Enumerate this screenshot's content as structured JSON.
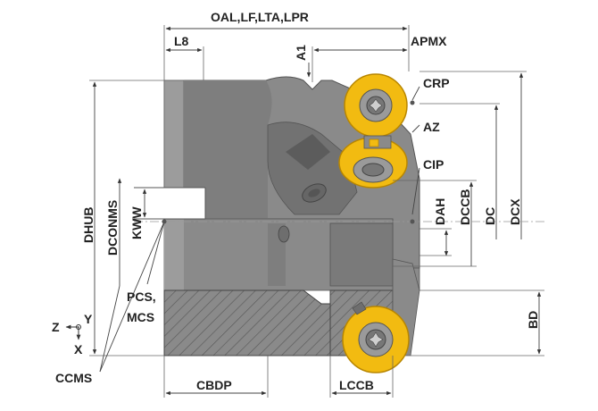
{
  "labels": {
    "oal": "OAL,LF,LTA,LPR",
    "l8": "L8",
    "a1": "A1",
    "apmx": "APMX",
    "crp": "CRP",
    "az": "AZ",
    "cip": "CIP",
    "dah": "DAH",
    "dccb": "DCCB",
    "dc": "DC",
    "dcx": "DCX",
    "bd": "BD",
    "dhub": "DHUB",
    "dconms": "DCONMS",
    "kww": "KWW",
    "pcs1": "PCS,",
    "pcs2": "MCS",
    "z": "Z",
    "y": "Y",
    "x": "X",
    "ccms": "CCMS",
    "cbdp": "CBDP",
    "lccb": "LCCB"
  },
  "colors": {
    "body": "#8a8a8a",
    "body_dark": "#6e6e6e",
    "body_light": "#a3a3a3",
    "insert": "#f2bb11",
    "insert_dark": "#b88600",
    "screw": "#9a9a9a",
    "hatch": "#555555"
  },
  "icons": [
    "torx-screw-icon",
    "coordinate-axes-icon"
  ]
}
